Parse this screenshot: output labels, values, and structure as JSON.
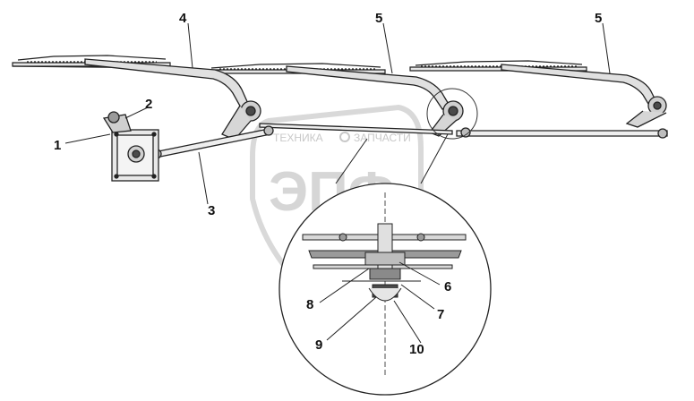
{
  "callouts": [
    {
      "id": "c1",
      "text": "1"
    },
    {
      "id": "c2",
      "text": "2"
    },
    {
      "id": "c3",
      "text": "3"
    },
    {
      "id": "c4",
      "text": "4"
    },
    {
      "id": "c5a",
      "text": "5"
    },
    {
      "id": "c5b",
      "text": "5"
    },
    {
      "id": "c6",
      "text": "6"
    },
    {
      "id": "c7",
      "text": "7"
    },
    {
      "id": "c8",
      "text": "8"
    },
    {
      "id": "c9",
      "text": "9"
    },
    {
      "id": "c10",
      "text": "10"
    }
  ],
  "watermark": {
    "big_text": "ЭПФ",
    "small_left": "ТЕХНИКА",
    "small_right": "ЗАПЧАСТИ"
  },
  "colors": {
    "line": "#222222",
    "fill_light": "#e6e6e6",
    "fill_mid": "#bdbdbd",
    "fill_dark": "#4a4a4a",
    "watermark": "#d6d6d6"
  }
}
